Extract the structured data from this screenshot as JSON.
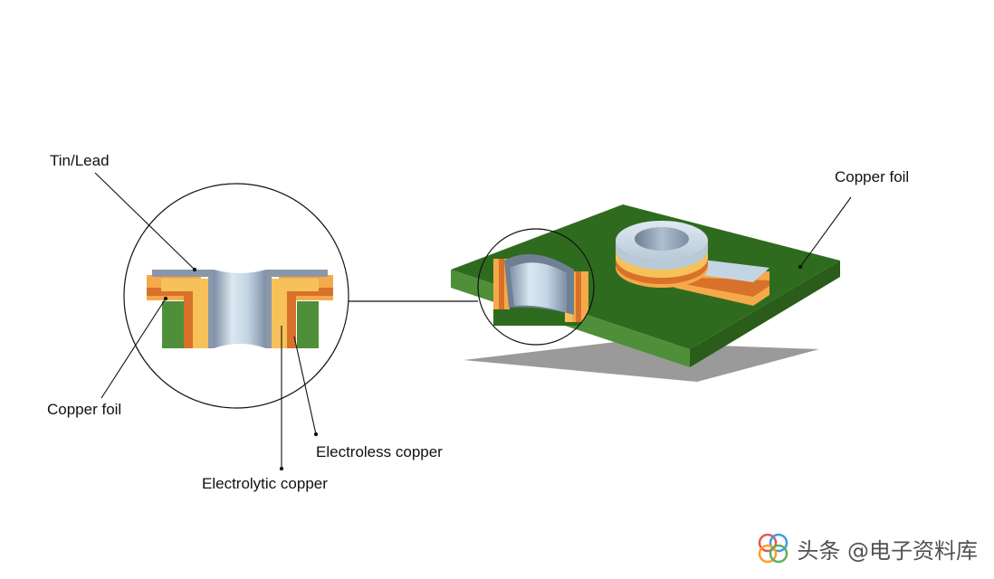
{
  "labels": {
    "tin_lead": "Tin/Lead",
    "copper_foil_left": "Copper foil",
    "electroless_copper": "Electroless copper",
    "electrolytic_copper": "Electrolytic copper",
    "copper_foil_right": "Copper foil"
  },
  "watermark": {
    "text": "头条 @电子资料库"
  },
  "colors": {
    "board_green": "#2f6b1e",
    "board_green_light": "#4f8f3a",
    "copper_light": "#f5a94a",
    "copper_dark": "#d8712a",
    "electrolytic": "#f7c15a",
    "tin_lead": "#8a97aa",
    "barrel": "#c9dbe8",
    "shadow": "#9a9a9a"
  }
}
